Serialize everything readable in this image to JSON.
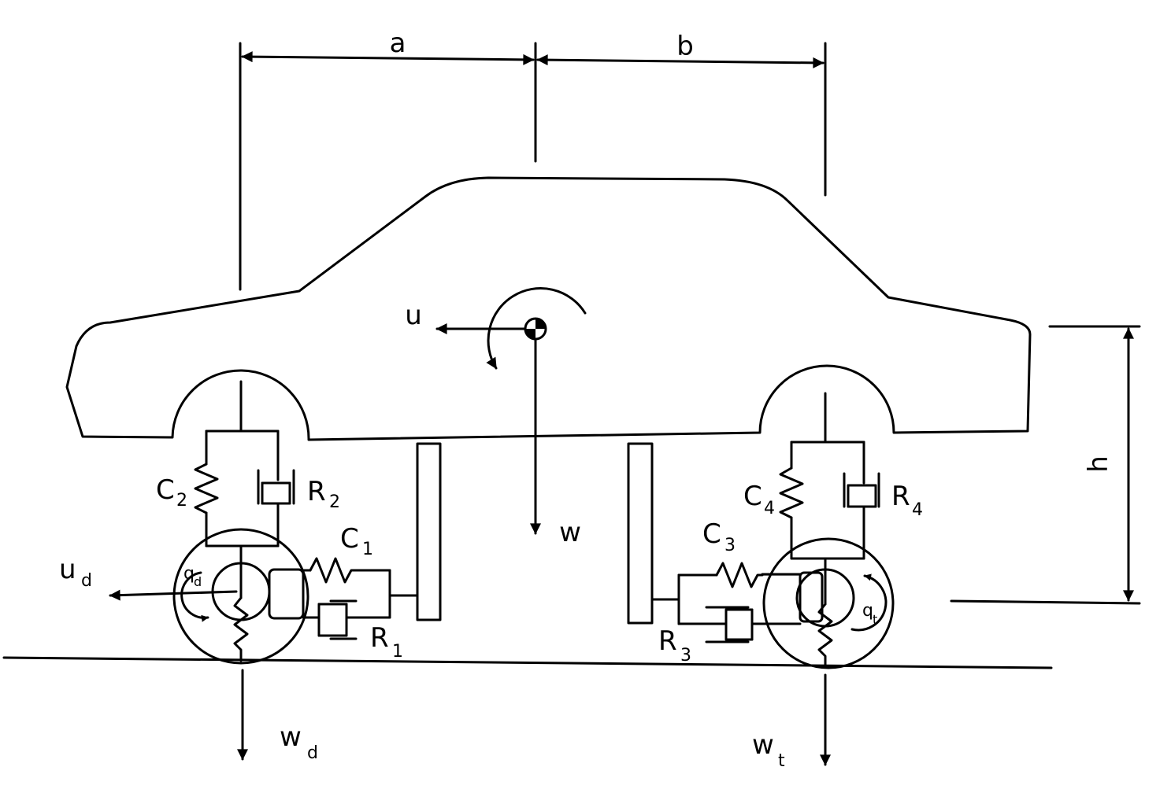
{
  "labels": {
    "a": "a",
    "b": "b",
    "h": "h",
    "u": "u",
    "w": "w",
    "u_d": {
      "main": "u",
      "sub": "d"
    },
    "w_d": {
      "main": "w",
      "sub": "d"
    },
    "w_t": {
      "main": "w",
      "sub": "t"
    },
    "C1": {
      "main": "C",
      "sub": "1"
    },
    "C2": {
      "main": "C",
      "sub": "2"
    },
    "C3": {
      "main": "C",
      "sub": "3"
    },
    "C4": {
      "main": "C",
      "sub": "4"
    },
    "R1": {
      "main": "R",
      "sub": "1"
    },
    "R2": {
      "main": "R",
      "sub": "2"
    },
    "R3": {
      "main": "R",
      "sub": "3"
    },
    "R4": {
      "main": "R",
      "sub": "4"
    },
    "q_d": {
      "main": "q",
      "sub": "d"
    },
    "q_t": {
      "main": "q",
      "sub": "t"
    }
  }
}
